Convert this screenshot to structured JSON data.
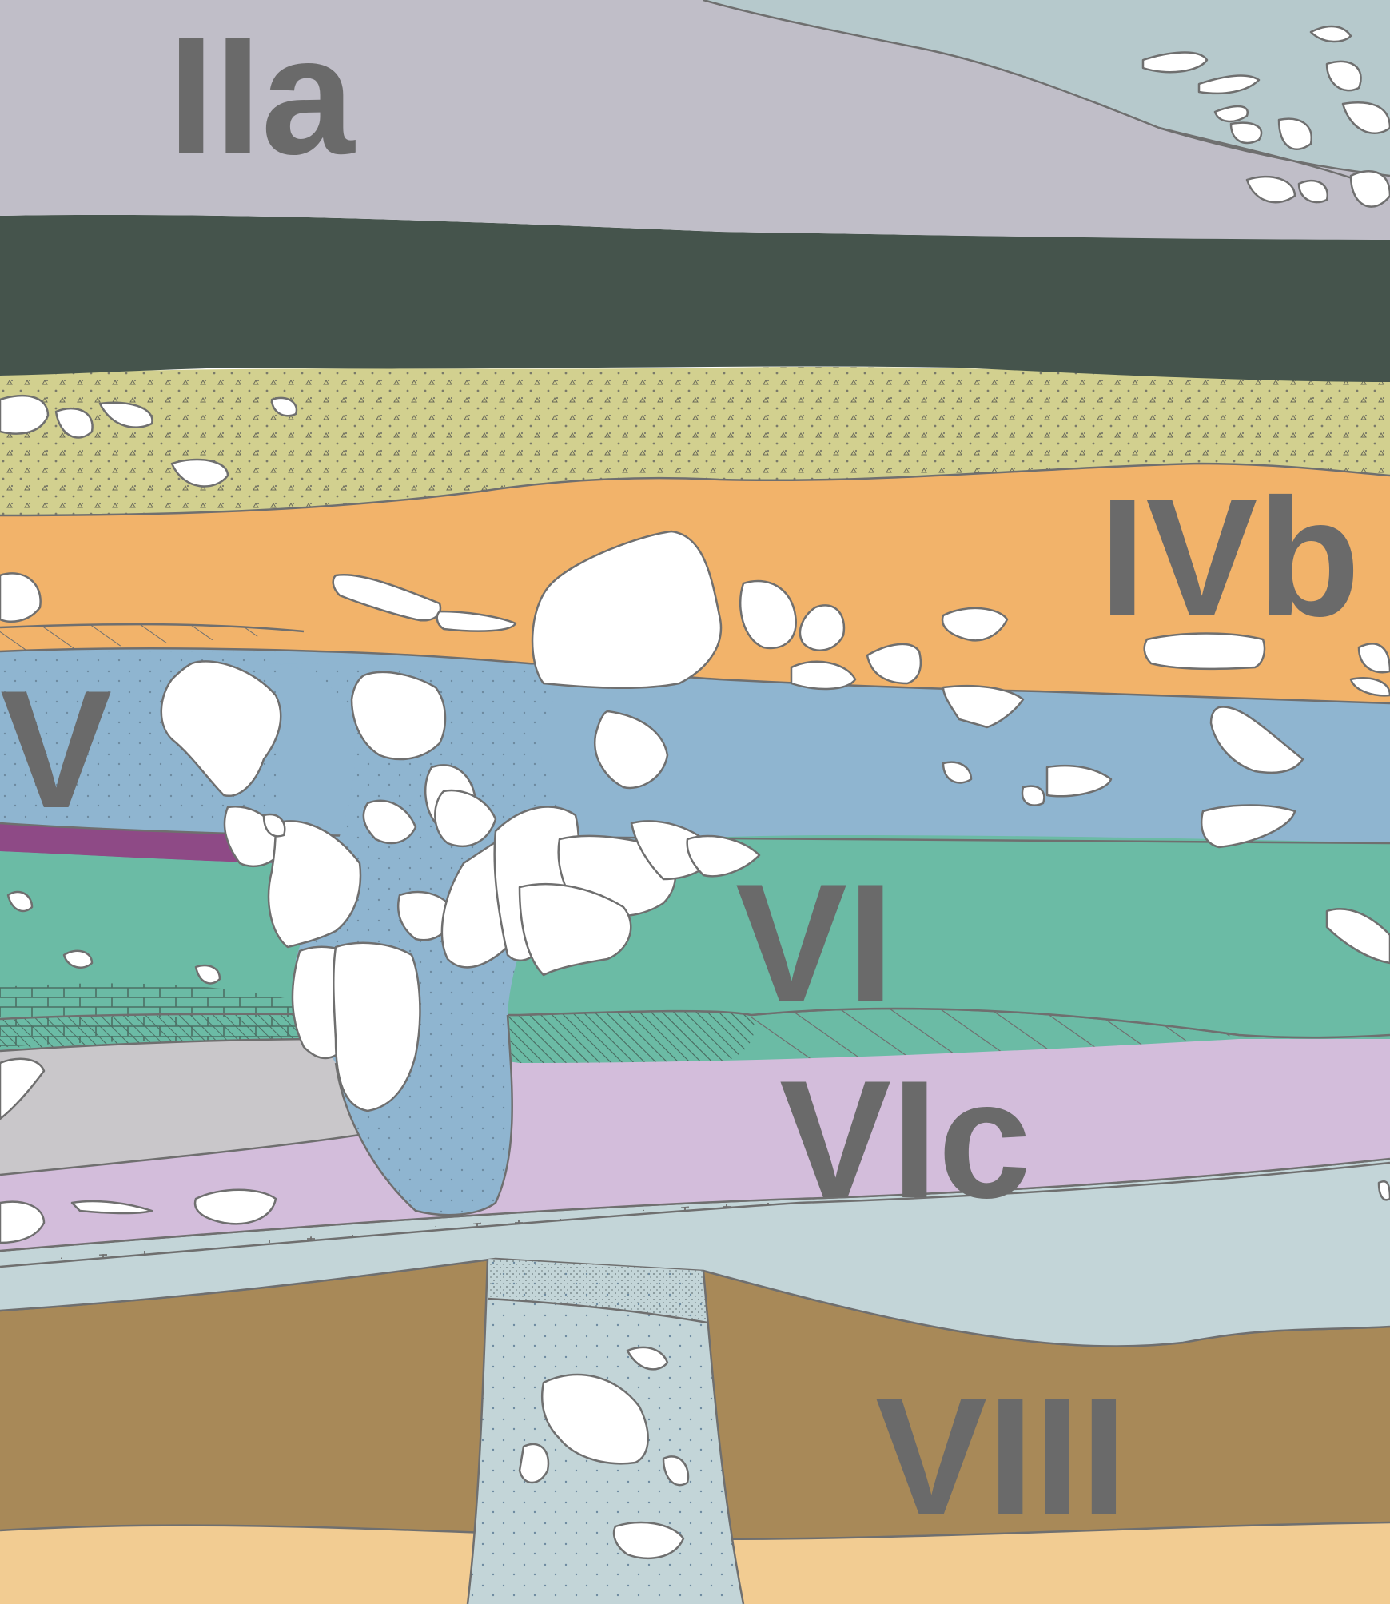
{
  "diagram": {
    "type": "stratigraphic section",
    "layers": [
      {
        "id": "IIa",
        "label": "IIa",
        "color": "#c0bec8"
      },
      {
        "id": "dark-band",
        "label": "",
        "color": "#45544c"
      },
      {
        "id": "gravel-band",
        "label": "",
        "color": "#d2d08f"
      },
      {
        "id": "IVb",
        "label": "IVb",
        "color": "#f2b36a"
      },
      {
        "id": "V",
        "label": "V",
        "color": "#8fb5d0"
      },
      {
        "id": "VI",
        "label": "VI",
        "color": "#6bbba5"
      },
      {
        "id": "VIc",
        "label": "VIc",
        "color": "#d3bddb"
      },
      {
        "id": "VIII",
        "label": "VIII",
        "color": "#a88958"
      }
    ],
    "other_colors": {
      "upper-right-lens": "#b6c9cc",
      "grey-lens": "#c9c7ca",
      "purple-stripe": "#8e4a86",
      "lower-blue-grey": "#c3d5d8",
      "base-sand": "#f2cc92",
      "pipe-fill": "#c3d5d8",
      "outline": "#6f6f6f",
      "label-text": "#6a6a6a"
    }
  }
}
